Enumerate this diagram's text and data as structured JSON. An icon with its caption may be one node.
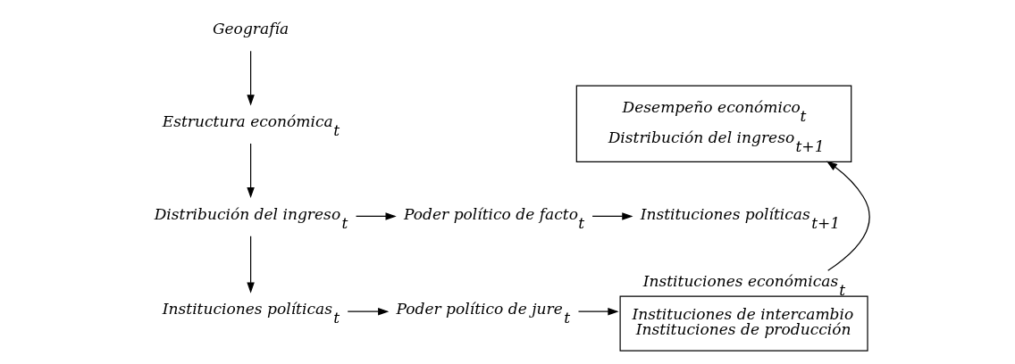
{
  "diagram": {
    "nodes": [
      {
        "text": [
          "Geografía"
        ]
      },
      {
        "text": [
          "Estructura económica$_{t}$"
        ]
      },
      {
        "text": [
          "Distribución del ingreso$_{t}$"
        ]
      },
      {
        "text": [
          "Poder político de facto$_{t}$"
        ]
      },
      {
        "text": [
          "Instituciones políticas$_{t+1}$"
        ]
      },
      {
        "text": [
          "Instituciones políticas$_{t}$"
        ]
      },
      {
        "text": [
          "Poder político de jure$_{t}$"
        ]
      },
      {
        "text": [
          "Instituciones económicas$_{t}$",
          "Instituciones de intercambio",
          "Instituciones de producción"
        ]
      },
      {
        "text": [
          "Desempeño económico$_{t}$",
          "Distribución del ingreso$_{t+1}$"
        ]
      }
    ],
    "edges": [
      {
        "from": 0,
        "to": 1,
        "arrow": "to"
      },
      {
        "from": 1,
        "to": 2,
        "arrow": "to"
      },
      {
        "from": 2,
        "to": 3,
        "arrow": "to"
      },
      {
        "from": 3,
        "to": 4,
        "arrow": "to"
      },
      {
        "from": 2,
        "to": 5,
        "arrow": "to"
      },
      {
        "from": 5,
        "to": 6,
        "arrow": "to"
      },
      {
        "from": 6,
        "to": 7,
        "arrow": "to"
      },
      {
        "from": 7,
        "to": 8,
        "arrow": "to"
      }
    ]
  }
}
